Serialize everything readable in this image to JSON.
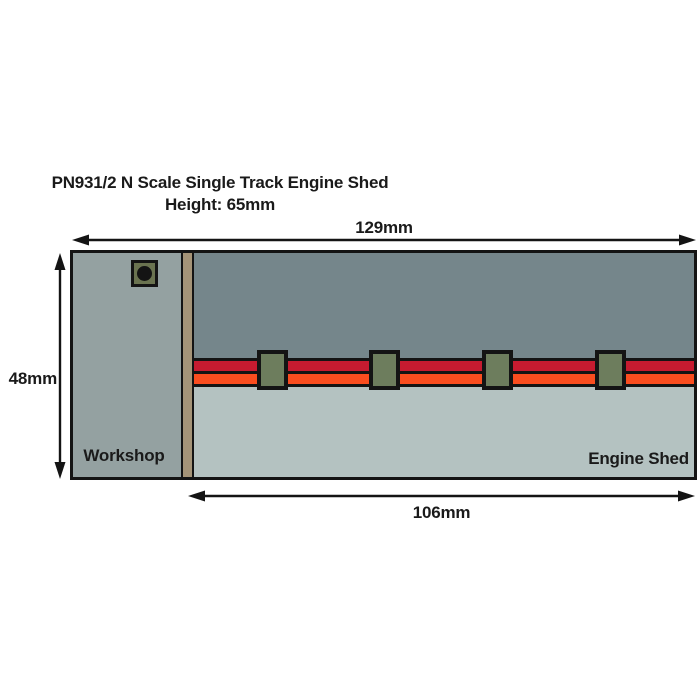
{
  "title": {
    "line1": "PN931/2 N Scale Single Track Engine Shed",
    "line2": "Height: 65mm"
  },
  "dimensions": {
    "overall_width": "129mm",
    "overall_depth": "48mm",
    "engine_shed_width": "106mm"
  },
  "labels": {
    "workshop": "Workshop",
    "engine_shed": "Engine Shed"
  },
  "track": {
    "sleeper_count": 4,
    "sleeper_lefts": [
      184,
      296,
      409,
      522
    ]
  },
  "colors": {
    "outline": "#141414",
    "workshop_fill": "#94a1a1",
    "shed_upper_fill": "#75868b",
    "shed_lower_fill": "#b4c2c1",
    "divider_fill": "#a59478",
    "rail_top": "#c61b30",
    "rail_bottom": "#fa4d1f",
    "sleeper_fill": "#6d7d5d",
    "chimney_fill": "#6a7350"
  }
}
